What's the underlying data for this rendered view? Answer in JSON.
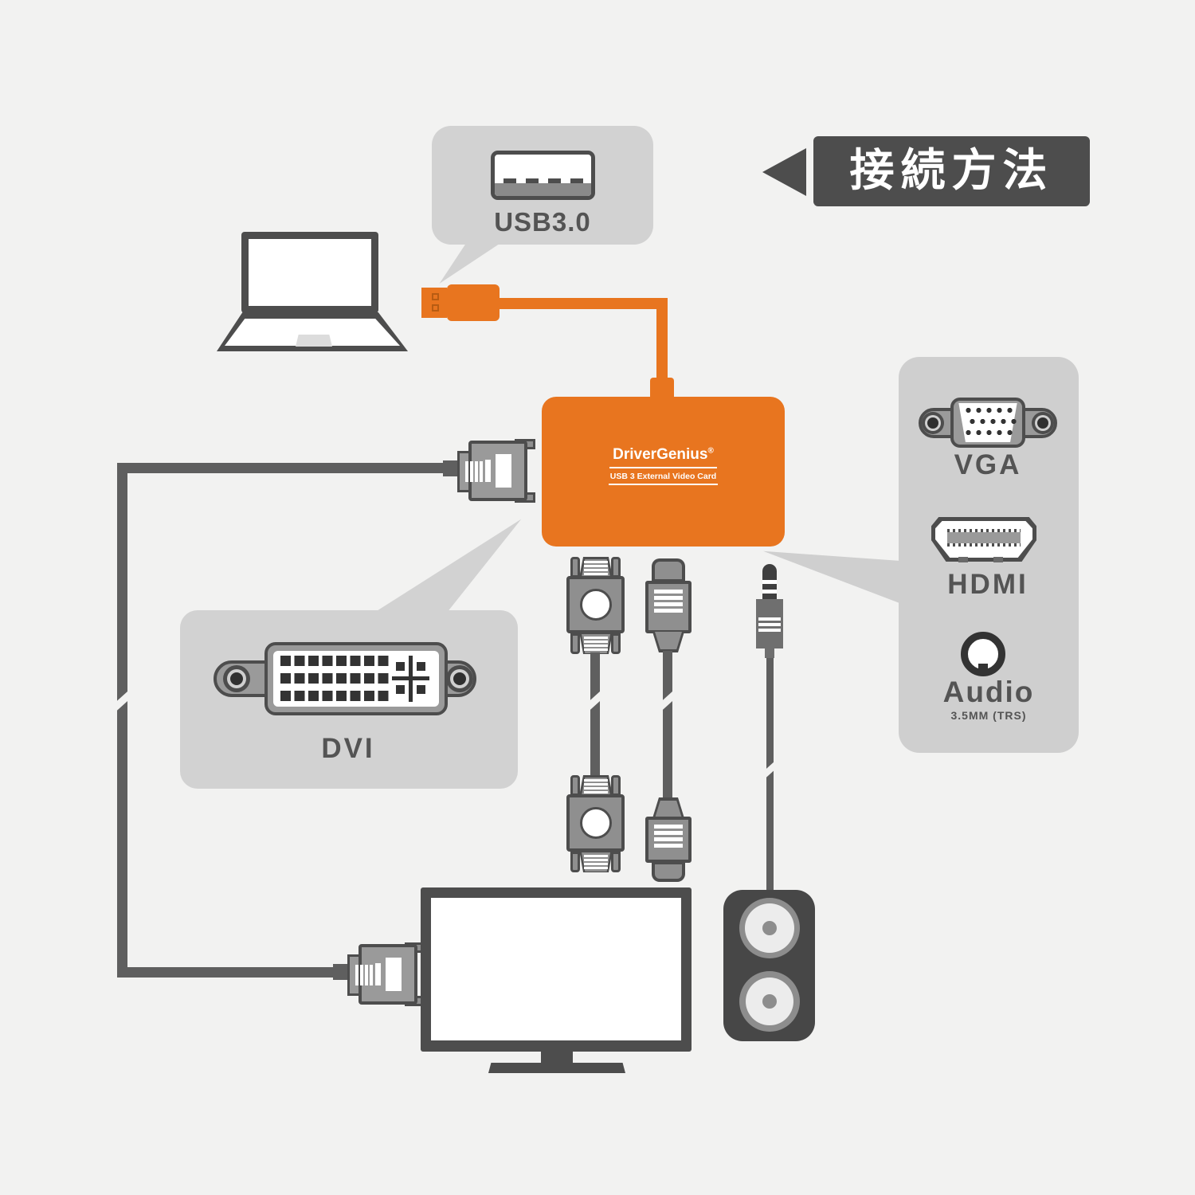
{
  "banner": {
    "label": "接続方法",
    "arrow_icon": "left-arrow-icon"
  },
  "usb_callout": {
    "label": "USB3.0",
    "icon": "usb-port-icon"
  },
  "adapter": {
    "brand": "DriverGenius",
    "registered_mark": "®",
    "subtitle": "USB 3 External Video Card"
  },
  "output_panel": {
    "ports": [
      {
        "label": "VGA",
        "icon": "vga-port-icon"
      },
      {
        "label": "HDMI",
        "icon": "hdmi-port-icon"
      },
      {
        "label": "Audio",
        "sublabel": "3.5MM (TRS)",
        "icon": "audio-jack-icon"
      }
    ]
  },
  "dvi_callout": {
    "label": "DVI",
    "icon": "dvi-port-icon"
  },
  "devices": {
    "source": "laptop-icon",
    "display": "monitor-icon",
    "sound": "speaker-icon"
  },
  "cables": [
    "usb-cable",
    "dvi-cable",
    "vga-cable",
    "hdmi-cable",
    "audio-cable"
  ],
  "colors": {
    "orange": "#e8751f",
    "dark": "#4d4d4d",
    "boxgray": "#d2d2d2",
    "panelgray": "#cfcfcf",
    "conn": "#8f8f8f",
    "cable": "#5f5f5f",
    "bg": "#f2f2f1"
  }
}
